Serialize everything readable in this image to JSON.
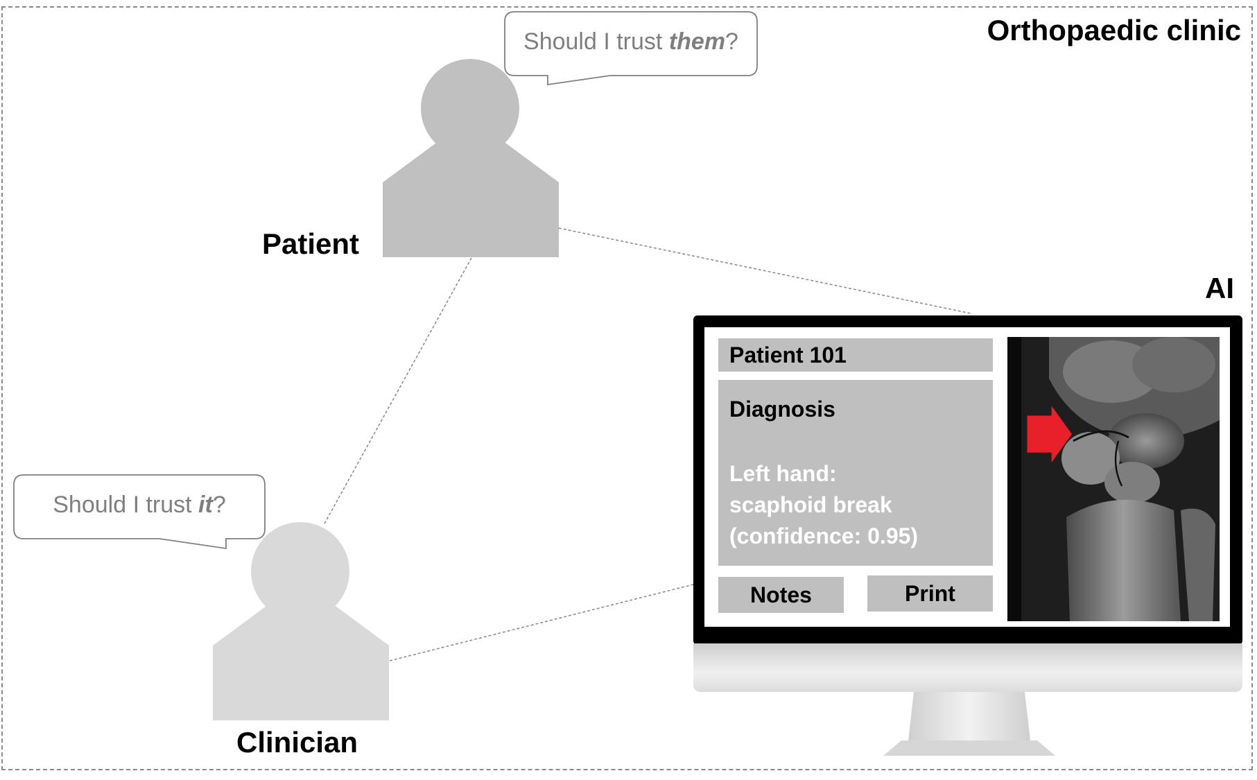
{
  "scene": {
    "title": "Orthopaedic clinic",
    "roles": {
      "patient": "Patient",
      "clinician": "Clinician",
      "ai": "AI"
    },
    "bubbles": {
      "patient": {
        "prefix": "Should I trust ",
        "emphasis": "them",
        "suffix": "?"
      },
      "clinician": {
        "prefix": "Should I trust ",
        "emphasis": "it",
        "suffix": "?"
      }
    }
  },
  "ai_screen": {
    "patient_id": "Patient 101",
    "diagnosis_title": "Diagnosis",
    "diagnosis_lines": [
      "Left hand:",
      "scaphoid break",
      "(confidence: 0.95)"
    ],
    "buttons": {
      "notes": "Notes",
      "print": "Print"
    },
    "xray_image": "wrist-xray",
    "marker_color": "#e8202a"
  },
  "colors": {
    "patient_figure": "#c0c0c0",
    "clinician_figure": "#d9d9d9",
    "panel": "#bfbfbf",
    "bubble_text": "#7f7f7f"
  }
}
